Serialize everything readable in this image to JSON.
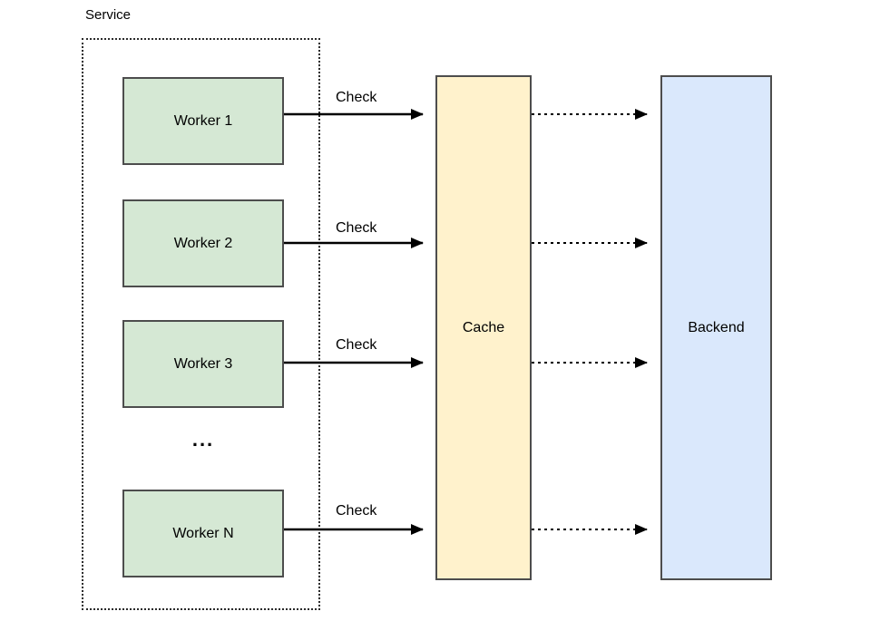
{
  "diagram": {
    "service_group": {
      "label": "Service"
    },
    "workers": [
      {
        "label": "Worker 1"
      },
      {
        "label": "Worker 2"
      },
      {
        "label": "Worker 3"
      },
      {
        "label": "Worker N"
      }
    ],
    "ellipsis": "...",
    "cache": {
      "label": "Cache"
    },
    "backend": {
      "label": "Backend"
    },
    "check_labels": [
      "Check",
      "Check",
      "Check",
      "Check"
    ],
    "arrows": {
      "solid_worker_to_cache_count": 4,
      "dotted_cache_to_backend_count": 4
    },
    "colors": {
      "worker_fill": "#d5e8d4",
      "cache_fill": "#fff2cc",
      "backend_fill": "#dae8fc",
      "box_border": "#4d4d4d",
      "group_border": "#2b2b2b",
      "arrow": "#000000",
      "background": "#ffffff"
    }
  }
}
